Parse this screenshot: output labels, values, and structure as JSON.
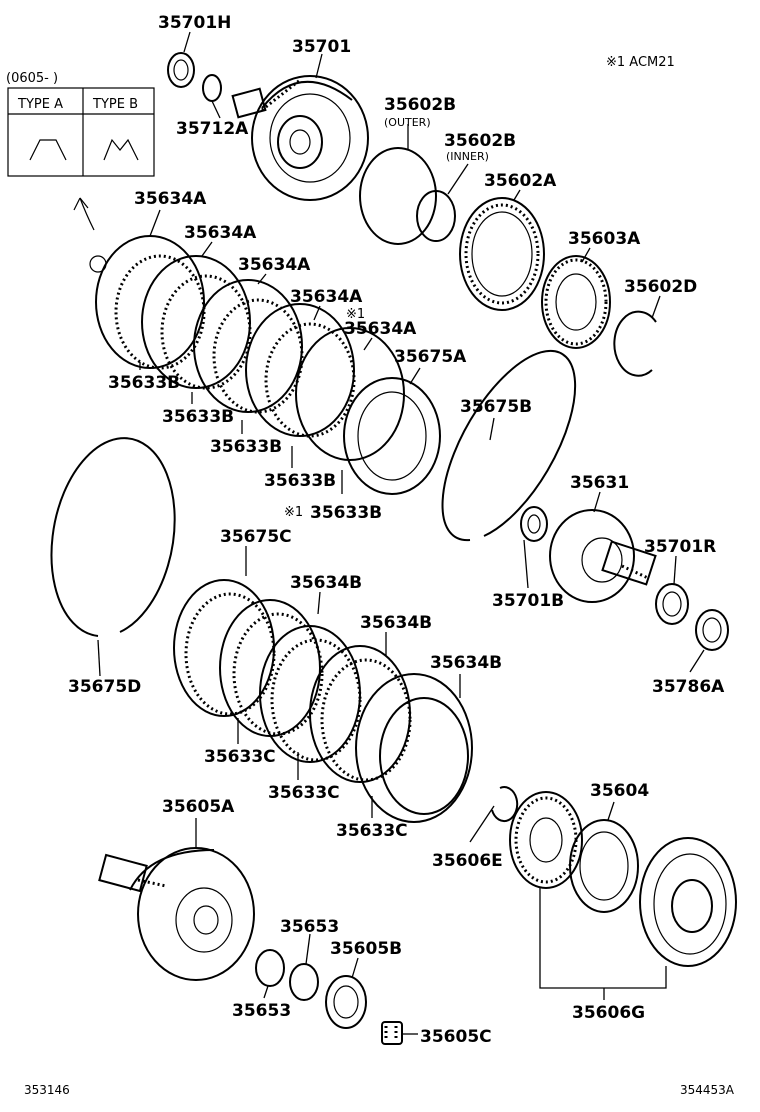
{
  "note": "※1 ACM21",
  "type_box": {
    "date": "(0605-     )",
    "type_a": "TYPE A",
    "type_b": "TYPE B"
  },
  "labels": {
    "p35701H": "35701H",
    "p35701": "35701",
    "p35712A": "35712A",
    "p35602B_outer": "35602B",
    "outer": "(OUTER)",
    "p35602B_inner": "35602B",
    "inner": "(INNER)",
    "p35602A": "35602A",
    "p35603A": "35603A",
    "p35602D": "35602D",
    "p35634A_1": "35634A",
    "p35634A_2": "35634A",
    "p35634A_3": "35634A",
    "p35634A_4": "35634A",
    "mark1": "※1",
    "p35634A_5": "35634A",
    "p35675A": "35675A",
    "p35633B_1": "35633B",
    "p35633B_2": "35633B",
    "p35633B_3": "35633B",
    "p35633B_4": "35633B",
    "mark1b": "※1",
    "p35633B_5": "35633B",
    "p35675B": "35675B",
    "p35631": "35631",
    "p35701R": "35701R",
    "p35701B": "35701B",
    "p35786A": "35786A",
    "p35675C": "35675C",
    "p35675D": "35675D",
    "p35634B_1": "35634B",
    "p35634B_2": "35634B",
    "p35634B_3": "35634B",
    "p35633C_1": "35633C",
    "p35633C_2": "35633C",
    "p35633C_3": "35633C",
    "p35605A": "35605A",
    "p35653_a": "35653",
    "p35653_b": "35653",
    "p35605B": "35605B",
    "p35605C": "35605C",
    "p35606E": "35606E",
    "p35604": "35604",
    "p35606G": "35606G"
  },
  "footer": {
    "left": "353146",
    "right": "354453A"
  }
}
